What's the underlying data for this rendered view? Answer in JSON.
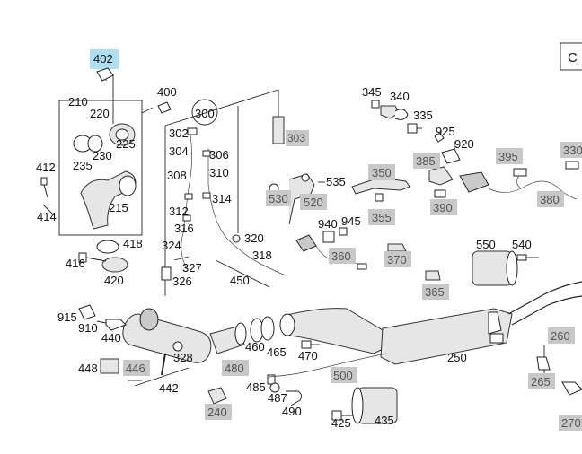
{
  "colors": {
    "highlight_fill": "#aee0f5",
    "grey_label_fill": "#c8c8c8",
    "line": "#222222"
  },
  "corner_text": "C",
  "labels_plain": {
    "l400": "400",
    "l210": "210",
    "l220": "220",
    "l225": "225",
    "l230": "230",
    "l235": "235",
    "l215": "215",
    "l412": "412",
    "l414": "414",
    "l416": "416",
    "l418": "418",
    "l420": "420",
    "l300": "300",
    "l302": "302",
    "l304": "304",
    "l306": "306",
    "l308": "308",
    "l310": "310",
    "l314": "314",
    "l312": "312",
    "l316": "316",
    "l320": "320",
    "l318": "318",
    "l324": "324",
    "l327": "327",
    "l326": "326",
    "l450": "450",
    "l345": "345",
    "l340": "340",
    "l335": "335",
    "l925": "925",
    "l920": "920",
    "l535": "535",
    "l940": "940",
    "l945": "945",
    "l550": "550",
    "l540": "540",
    "l915": "915",
    "l910": "910",
    "l440": "440",
    "l448": "448",
    "l442": "442",
    "l328": "328",
    "l460": "460",
    "l465": "465",
    "l470": "470",
    "l250": "250",
    "l485": "485",
    "l487": "487",
    "l490": "490",
    "l425": "425",
    "l435": "435"
  },
  "labels_grey": {
    "g303": "303",
    "g530": "530",
    "g520": "520",
    "g350": "350",
    "g355": "355",
    "g385": "385",
    "g390": "390",
    "g395": "395",
    "g330": "330",
    "g380": "380",
    "g360": "360",
    "g370": "370",
    "g365": "365",
    "g446": "446",
    "g480": "480",
    "g240": "240",
    "g500": "500",
    "g260": "260",
    "g265": "265",
    "g270": "270"
  },
  "label_highlighted": "402"
}
